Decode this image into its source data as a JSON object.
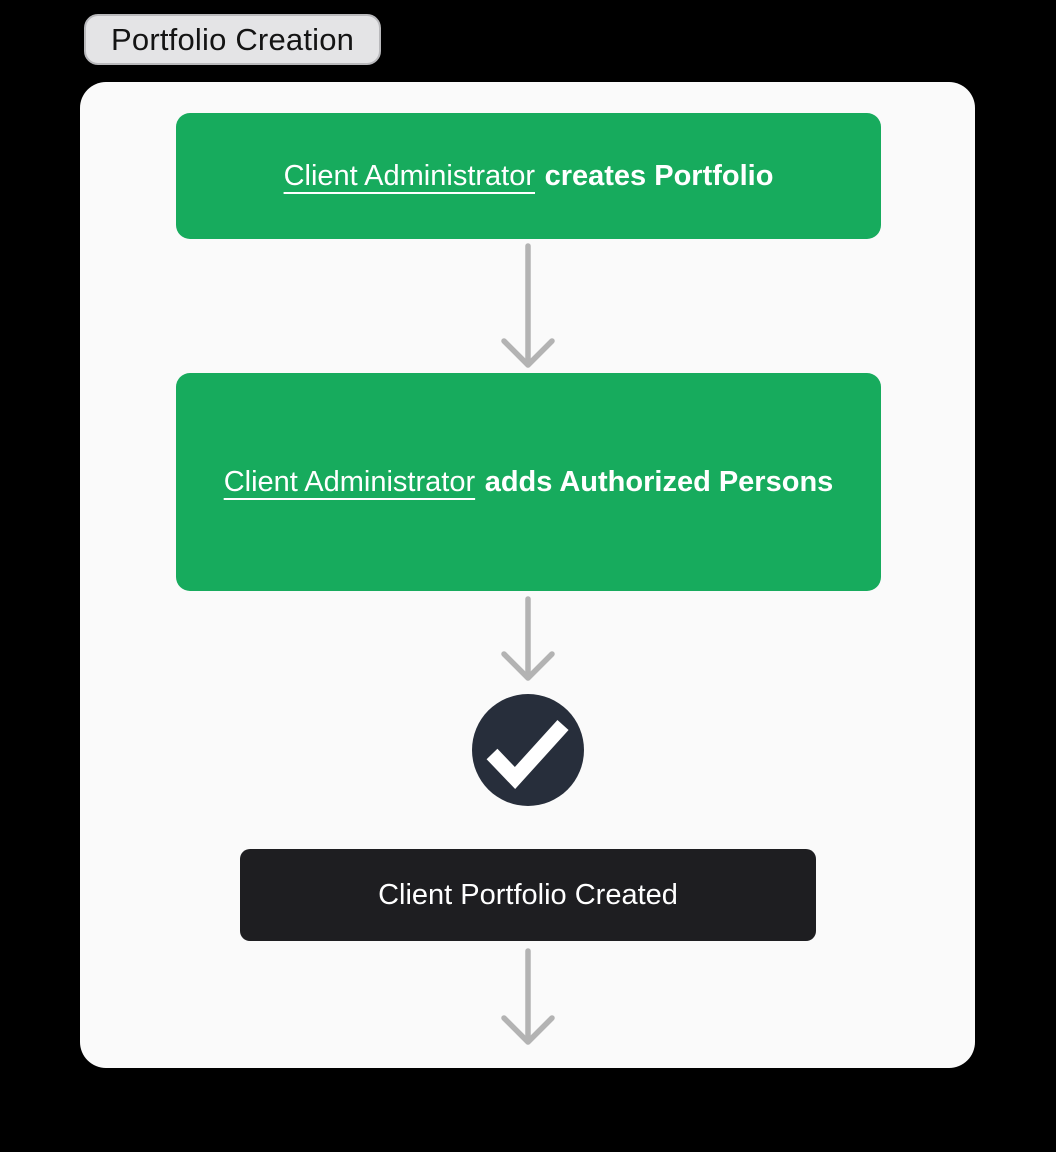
{
  "badge": {
    "label": "Portfolio Creation"
  },
  "flow": {
    "step1": {
      "actor": "Client Administrator",
      "action": "creates Portfolio"
    },
    "step2": {
      "actor": "Client Administrator",
      "action": "adds Authorized Persons"
    },
    "result": {
      "label": "Client Portfolio Created"
    }
  },
  "icons": {
    "check": "checkmark-icon",
    "arrow": "arrow-down-icon"
  },
  "colors": {
    "node_green": "#17AB5D",
    "node_dark": "#1E1E21",
    "check_circle_bg": "#272E3B",
    "arrow_gray": "#B3B3B3",
    "canvas_bg": "#FAFAFA",
    "badge_bg": "#E4E4E6",
    "page_bg": "#000000",
    "text_on_node": "#FFFFFF"
  }
}
